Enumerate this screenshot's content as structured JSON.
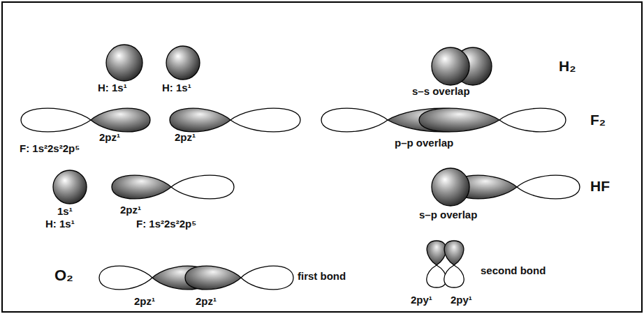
{
  "diagram": {
    "labels": [
      "H: 1s¹",
      "H: 1s¹",
      "s–s overlap",
      "H₂",
      "2pz¹",
      "2pz¹",
      "F: 1s²2s²2p⁵",
      "p–p overlap",
      "F₂",
      "1s¹",
      "2pz¹",
      "H: 1s¹",
      "F: 1s²2s²2p⁵",
      "s–p overlap",
      "HF",
      "O₂",
      "2pz¹",
      "2pz¹",
      "first bond",
      "2py¹",
      "2py¹",
      "second bond"
    ]
  }
}
